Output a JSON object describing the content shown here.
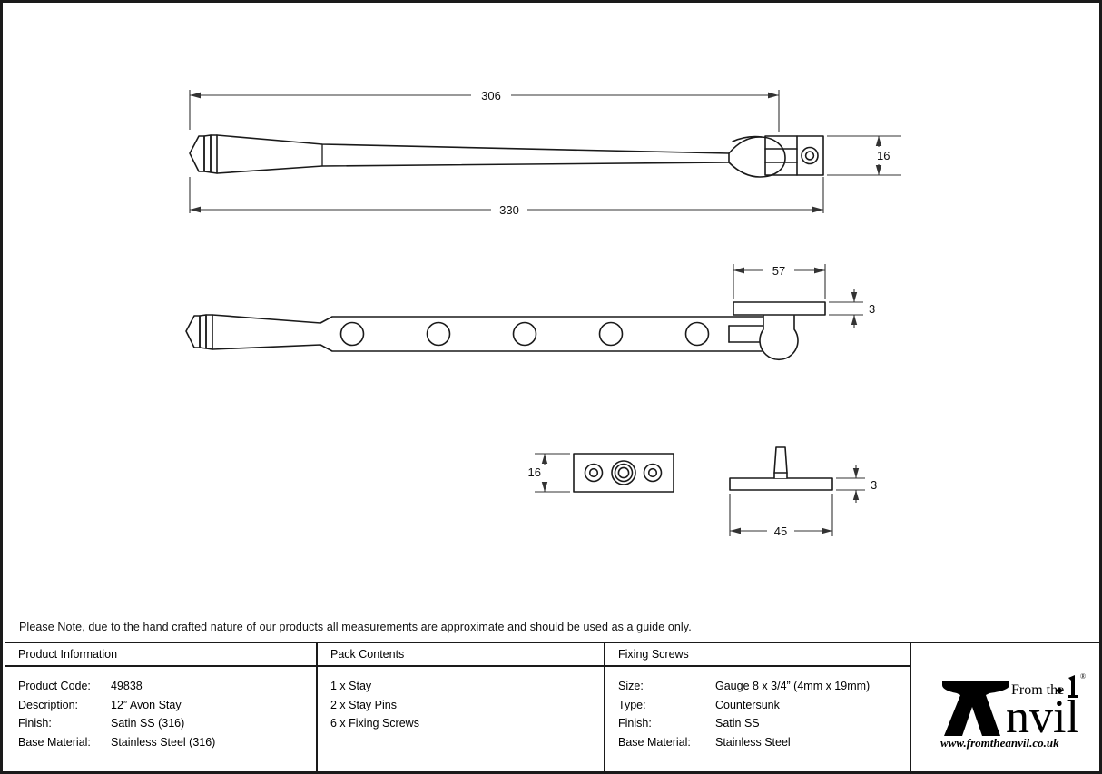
{
  "drawing": {
    "title": "12\" Avon Stay technical drawing",
    "dimensions": {
      "top_overall_inner": "306",
      "top_overall_outer": "330",
      "top_height": "16",
      "side_pad_length": "57",
      "side_pad_thickness": "3",
      "pin_plate_width": "16",
      "pin_plate_length": "45",
      "pin_plate_thickness": "3"
    },
    "views": {
      "plan_view": "plan-view-stay-arm",
      "side_view": "side-view-stay-arm",
      "pin_plan_view": "stay-pin-plan-view",
      "pin_side_view": "stay-pin-side-view"
    },
    "stroke_color": "#1a1a1a",
    "dimension_color": "#333333"
  },
  "note": {
    "text": "Please Note, due to the hand crafted nature of our products all measurements are approximate and should be used as a guide only."
  },
  "table": {
    "product_information": {
      "header": "Product Information",
      "rows": [
        {
          "label": "Product Code:",
          "value": "49838"
        },
        {
          "label": "Description:",
          "value": "12” Avon Stay"
        },
        {
          "label": "Finish:",
          "value": "Satin SS (316)"
        },
        {
          "label": "Base Material:",
          "value": "Stainless Steel (316)"
        }
      ]
    },
    "pack_contents": {
      "header": "Pack Contents",
      "items": [
        "1 x Stay",
        "2 x Stay Pins",
        "6 x Fixing Screws"
      ]
    },
    "fixing_screws": {
      "header": "Fixing Screws",
      "rows": [
        {
          "label": "Size:",
          "value": "Gauge 8 x 3/4” (4mm x 19mm)"
        },
        {
          "label": "Type:",
          "value": "Countersunk"
        },
        {
          "label": "Finish:",
          "value": "Satin SS"
        },
        {
          "label": "Base Material:",
          "value": "Stainless Steel"
        }
      ]
    },
    "logo": {
      "brand_top": "From the",
      "brand_main": "Anvil",
      "registered": "®",
      "website": "www.fromtheanvil.co.uk"
    }
  }
}
